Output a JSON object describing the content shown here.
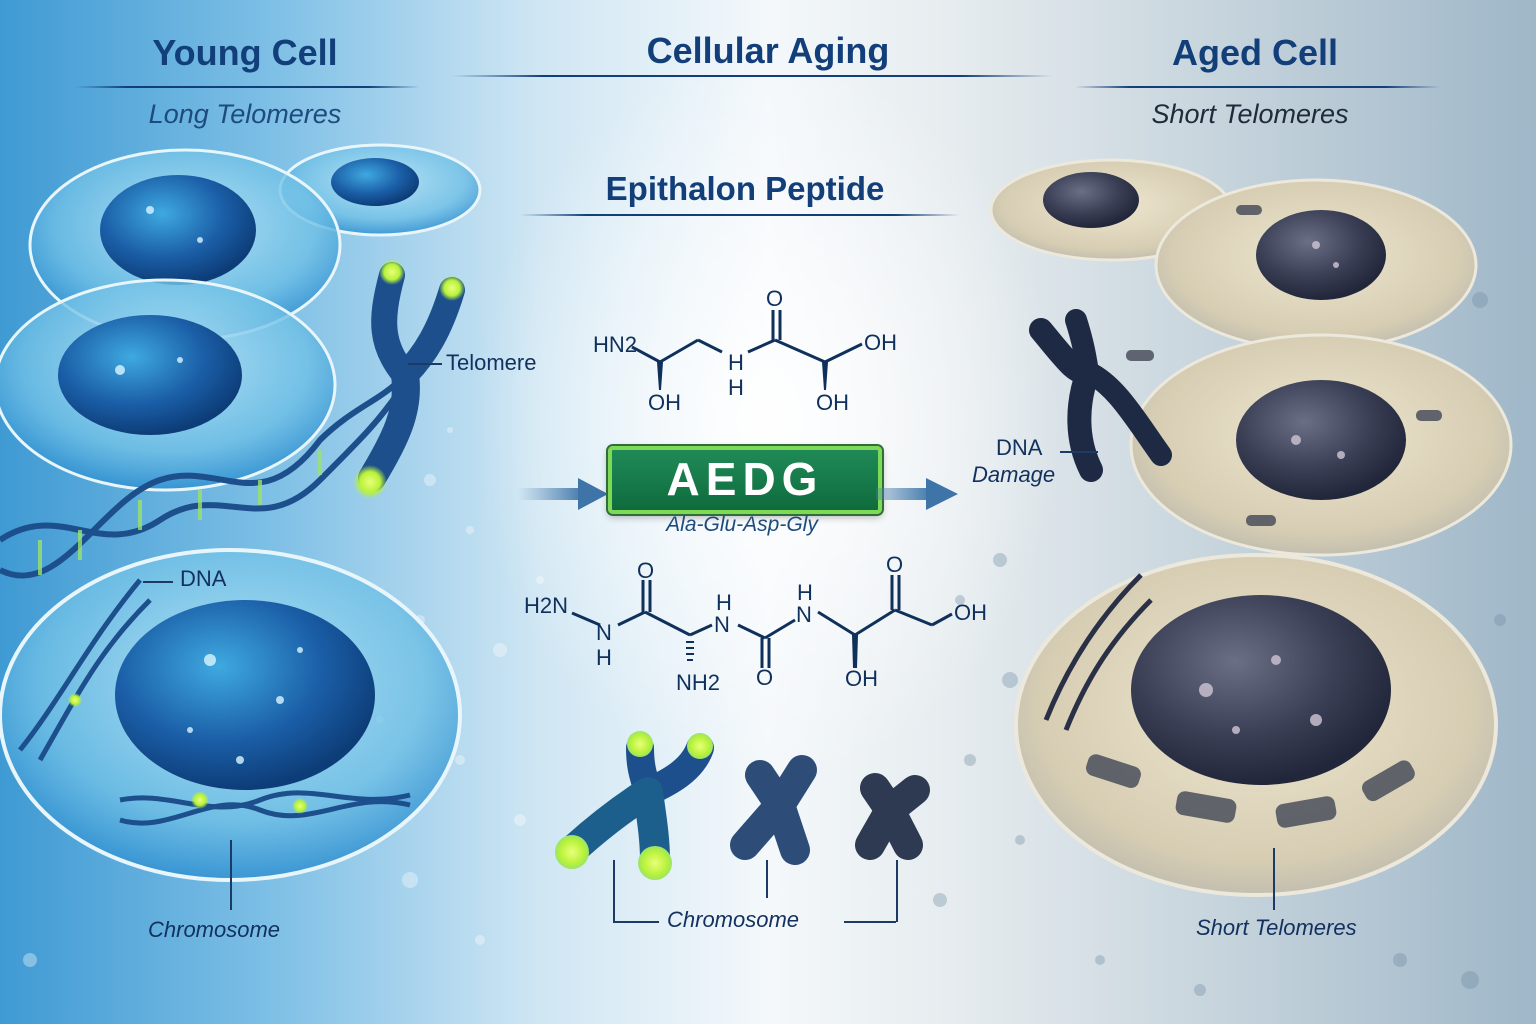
{
  "title": "Cellular Aging",
  "left_panel": {
    "heading": "Young Cell",
    "subheading": "Long Telomeres",
    "labels": {
      "telomere": "Telomere",
      "dna": "DNA",
      "chromosome": "Chromosome"
    }
  },
  "center_panel": {
    "heading": "Epithalon Peptide",
    "structure_top": {
      "atoms": [
        "HN2",
        "OH",
        "H",
        "H",
        "O",
        "OH",
        "OH"
      ]
    },
    "badge": {
      "label": "AEDG",
      "sequence": "Ala-Glu-Asp-Gly"
    },
    "structure_bottom": {
      "atoms": [
        "H2N",
        "N",
        "H",
        "O",
        "NH2",
        "H",
        "N",
        "O",
        "H",
        "N",
        "OH",
        "O",
        "OH"
      ]
    },
    "chromosome_label": "Chromosome"
  },
  "right_panel": {
    "heading": "Aged Cell",
    "subheading": "Short Telomeres",
    "labels": {
      "dna_damage_line1": "DNA",
      "dna_damage_line2": "Damage",
      "short_telomeres": "Short Telomeres"
    }
  },
  "colors": {
    "heading": "#123f7a",
    "young_cell": "#2f8fd0",
    "telomere_glow": "#b8f23a",
    "aged_cell": "#d9d0b8",
    "aged_nucleus": "#3a3f55",
    "badge_green": "#167a47",
    "badge_border": "#7ed957",
    "arrow": "#4b7fae"
  }
}
